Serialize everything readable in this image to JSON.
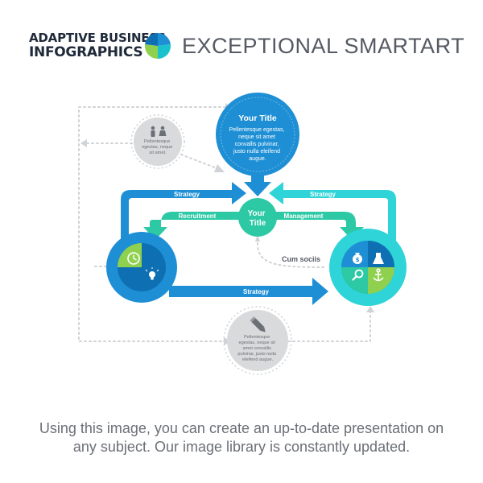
{
  "header": {
    "brand_line1": "ADAPTIVE BUSINESS",
    "brand_line2": "INFOGRAPHICS",
    "title": "EXCEPTIONAL SMARTART"
  },
  "diagram": {
    "top_node": {
      "title": "Your Title",
      "body": [
        "Pellentesque egestas,",
        "neque sit amet",
        "convallis pulvinar,",
        "justo nulla eleifend",
        "augue."
      ]
    },
    "center_node": {
      "title": [
        "Your",
        "Title"
      ]
    },
    "arrow_labels": {
      "strategy_left": "Strategy",
      "strategy_right": "Strategy",
      "strategy_bottom": "Strategy",
      "recruitment": "Recruitment",
      "management": "Management"
    },
    "side_label": "Cum sociis",
    "gray_top": {
      "icon": "people-icon",
      "text": [
        "Pellentesque",
        "egestas, neque",
        "sit amet."
      ]
    },
    "gray_bottom": {
      "icon": "pencil-icon",
      "text": [
        "Pellentesque",
        "egestas, neque sit",
        "amet convallis",
        "pulvinar, justo nulla",
        "eleifend augue."
      ]
    },
    "left_node": {
      "icons": [
        "clock-icon",
        "lightbulb-icon"
      ]
    },
    "right_node": {
      "icons": [
        "money-bag-icon",
        "flask-icon",
        "magnifier-icon",
        "anchor-icon"
      ]
    }
  },
  "colors": {
    "blue": "#1e8fd5",
    "dark_blue": "#0f6fb3",
    "teal": "#19c2cc",
    "cyan": "#2fd4d8",
    "green": "#2cc9a4",
    "lime": "#8fd14f",
    "gray": "#d9dadc"
  },
  "footer": {
    "line1": "Using this image, you can create an up-to-date presentation on",
    "line2": "any subject. Our image library is constantly updated."
  }
}
